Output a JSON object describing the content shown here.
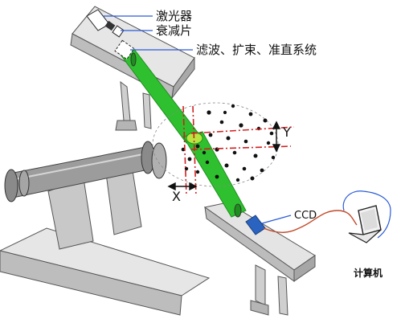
{
  "labels": {
    "laser": "激光器",
    "attenuator": "衰减片",
    "optics": "滤波、扩束、准直系统",
    "y_axis": "Y",
    "x_axis": "X",
    "ccd": "CCD",
    "computer": "计算机"
  },
  "colors": {
    "beam": "#2fc02f",
    "beam_dark": "#1e8f1e",
    "bench_top": "#e4e4e4",
    "bench_side": "#bdbdbd",
    "pipe": "#9a9a9a",
    "support": "#c8c8c8",
    "dashed_marker": "#d02020",
    "ccd_body": "#2a63c0",
    "cable": "#c24a2a",
    "callout_line": "#2a5bd7",
    "particle": "#111111"
  },
  "icons": [
    "laser-icon",
    "attenuator-icon",
    "lens-icon",
    "ccd-camera-icon",
    "laptop-icon"
  ]
}
